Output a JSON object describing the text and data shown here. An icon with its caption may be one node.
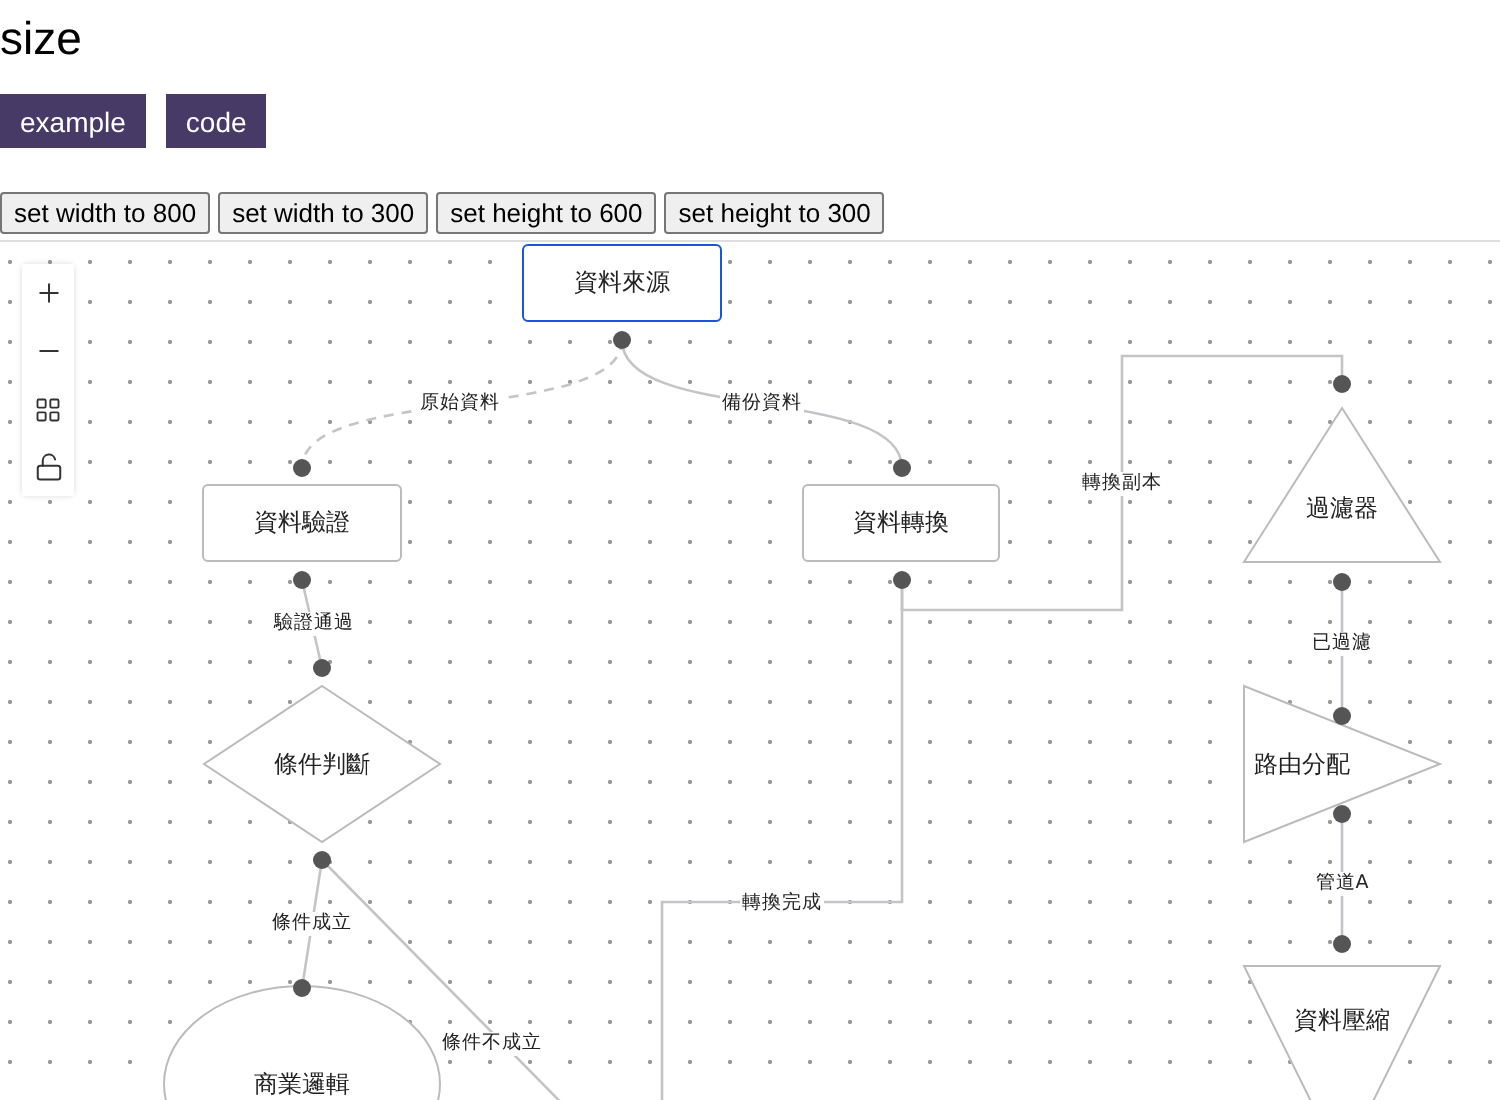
{
  "diagram": {
    "title": "size",
    "nodes": [
      {
        "text": [
          "資料來源"
        ]
      },
      {
        "text": [
          "資料驗證"
        ]
      },
      {
        "text": [
          "條件判斷"
        ]
      },
      {
        "text": [
          "商業邏輯"
        ]
      },
      {
        "text": [
          "資料轉換"
        ]
      },
      {
        "text": [
          "過濾器"
        ]
      },
      {
        "text": [
          "路由分配"
        ]
      },
      {
        "text": [
          "資料壓縮"
        ]
      }
    ],
    "edges": [
      {
        "from": 0,
        "to": 1,
        "arrow": "none",
        "label": "原始資料",
        "style": "dashed"
      },
      {
        "from": 0,
        "to": 4,
        "arrow": "none",
        "label": "備份資料"
      },
      {
        "from": 1,
        "to": 2,
        "arrow": "none",
        "label": "驗證通過"
      },
      {
        "from": 2,
        "to": 3,
        "arrow": "none",
        "label": "條件成立"
      },
      {
        "from": 2,
        "to": null,
        "arrow": "none",
        "label": "條件不成立"
      },
      {
        "from": 4,
        "to": null,
        "arrow": "none",
        "label": "轉換完成"
      },
      {
        "from": 4,
        "to": 5,
        "arrow": "none",
        "label": "轉換副本"
      },
      {
        "from": 5,
        "to": 6,
        "arrow": "none",
        "label": "已過濾"
      },
      {
        "from": 6,
        "to": 7,
        "arrow": "none",
        "label": "管道A"
      }
    ],
    "labels": [
      "example",
      "code",
      "set width to 800",
      "set width to 300",
      "set height to 600",
      "set height to 300"
    ]
  }
}
